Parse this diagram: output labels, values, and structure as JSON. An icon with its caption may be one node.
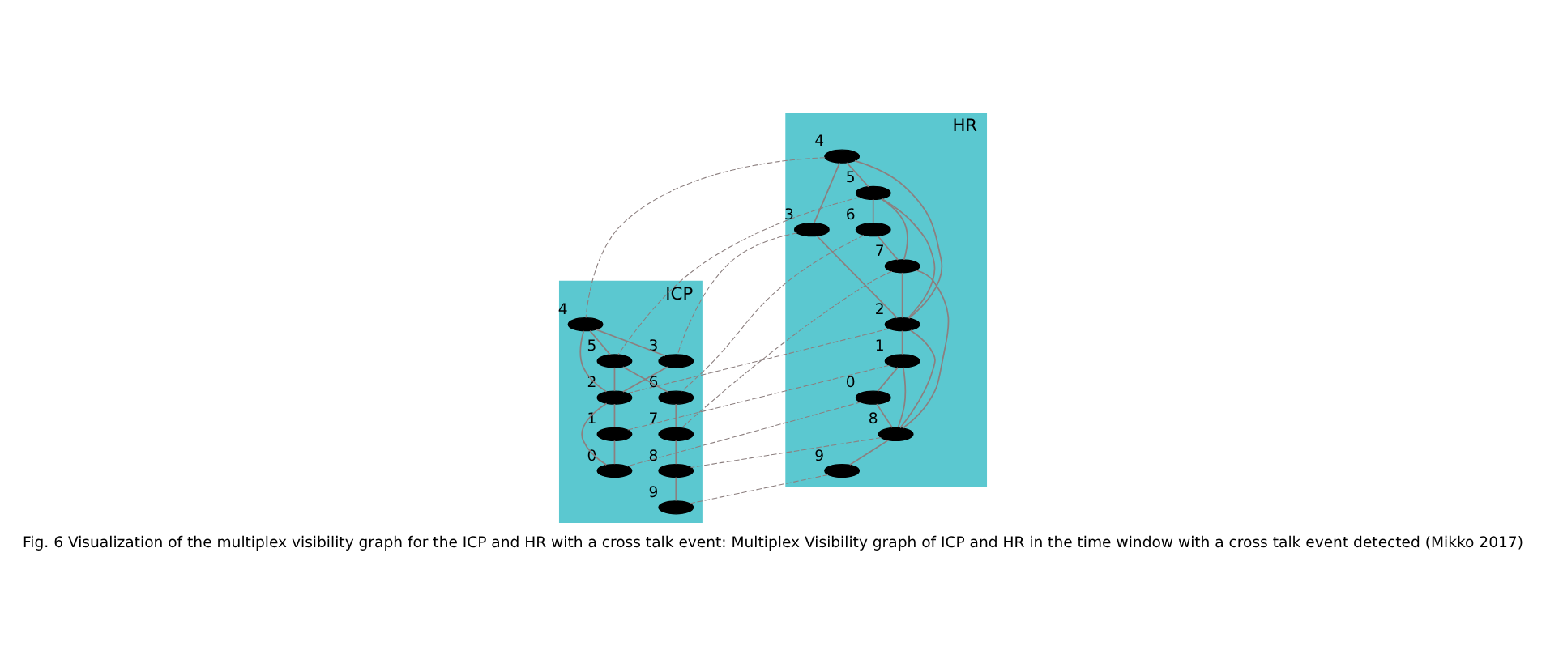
{
  "diagram": {
    "caption": "Fig. 6 Visualization of the multiplex visibility graph for the ICP and HR with a cross talk event: Multiplex Visibility graph of ICP and HR in the time window with a cross talk event detected (Mikko 2017)",
    "nodes": [
      {
        "text": [
          "HR"
        ]
      },
      {
        "text": [],
        "shape": "ellipse",
        "beside": [
          "4"
        ],
        "in": 0
      },
      {
        "text": [],
        "shape": "ellipse",
        "beside": [
          "3"
        ],
        "in": 0
      },
      {
        "text": [],
        "shape": "ellipse",
        "beside": [
          "5"
        ],
        "in": 0
      },
      {
        "text": [],
        "shape": "ellipse",
        "beside": [
          "2"
        ],
        "in": 0
      },
      {
        "text": [],
        "shape": "ellipse",
        "beside": [
          "6"
        ],
        "in": 0
      },
      {
        "text": [],
        "shape": "ellipse",
        "beside": [
          "7"
        ],
        "in": 0
      },
      {
        "text": [],
        "shape": "ellipse",
        "beside": [
          "8"
        ],
        "in": 0
      },
      {
        "text": [],
        "shape": "ellipse",
        "beside": [
          "9"
        ],
        "in": 0
      },
      {
        "text": [],
        "shape": "ellipse",
        "beside": [
          "1"
        ],
        "in": 0
      },
      {
        "text": [],
        "shape": "ellipse",
        "beside": [
          "0"
        ],
        "in": 0
      },
      {
        "text": [
          "ICP"
        ]
      },
      {
        "text": [],
        "shape": "ellipse",
        "beside": [
          "4"
        ],
        "in": 11
      },
      {
        "text": [],
        "shape": "ellipse",
        "beside": [
          "3"
        ],
        "in": 11
      },
      {
        "text": [],
        "shape": "ellipse",
        "beside": [
          "5"
        ],
        "in": 11
      },
      {
        "text": [],
        "shape": "ellipse",
        "beside": [
          "2"
        ],
        "in": 11
      },
      {
        "text": [],
        "shape": "ellipse",
        "beside": [
          "6"
        ],
        "in": 11
      },
      {
        "text": [],
        "shape": "ellipse",
        "beside": [
          "7"
        ],
        "in": 11
      },
      {
        "text": [],
        "shape": "ellipse",
        "beside": [
          "8"
        ],
        "in": 11
      },
      {
        "text": [],
        "shape": "ellipse",
        "beside": [
          "9"
        ],
        "in": 11
      },
      {
        "text": [],
        "shape": "ellipse",
        "beside": [
          "1"
        ],
        "in": 11
      },
      {
        "text": [],
        "shape": "ellipse",
        "beside": [
          "0"
        ],
        "in": 11
      }
    ],
    "edges": [
      {
        "from": 1,
        "to": 2,
        "arrow": "none"
      },
      {
        "from": 1,
        "to": 3,
        "arrow": "none"
      },
      {
        "from": 1,
        "to": 4,
        "arrow": "none"
      },
      {
        "from": 2,
        "to": 4,
        "arrow": "none"
      },
      {
        "from": 3,
        "to": 5,
        "arrow": "none"
      },
      {
        "from": 3,
        "to": 6,
        "arrow": "none"
      },
      {
        "from": 3,
        "to": 4,
        "arrow": "none"
      },
      {
        "from": 5,
        "to": 6,
        "arrow": "none"
      },
      {
        "from": 6,
        "to": 4,
        "arrow": "none"
      },
      {
        "from": 6,
        "to": 7,
        "arrow": "none"
      },
      {
        "from": 4,
        "to": 9,
        "arrow": "none"
      },
      {
        "from": 4,
        "to": 7,
        "arrow": "none"
      },
      {
        "from": 9,
        "to": 7,
        "arrow": "none"
      },
      {
        "from": 9,
        "to": 10,
        "arrow": "none"
      },
      {
        "from": 10,
        "to": 7,
        "arrow": "none"
      },
      {
        "from": 7,
        "to": 8,
        "arrow": "none"
      },
      {
        "from": 12,
        "to": 14,
        "arrow": "none"
      },
      {
        "from": 12,
        "to": 13,
        "arrow": "none"
      },
      {
        "from": 12,
        "to": 15,
        "arrow": "none"
      },
      {
        "from": 13,
        "to": 15,
        "arrow": "none"
      },
      {
        "from": 14,
        "to": 16,
        "arrow": "none"
      },
      {
        "from": 14,
        "to": 15,
        "arrow": "none"
      },
      {
        "from": 16,
        "to": 17,
        "arrow": "none"
      },
      {
        "from": 17,
        "to": 18,
        "arrow": "none"
      },
      {
        "from": 15,
        "to": 20,
        "arrow": "none"
      },
      {
        "from": 15,
        "to": 21,
        "arrow": "none"
      },
      {
        "from": 20,
        "to": 21,
        "arrow": "none"
      },
      {
        "from": 18,
        "to": 19,
        "arrow": "none"
      },
      {
        "from": 5,
        "to": 16,
        "arrow": "none",
        "style": "dashed"
      },
      {
        "from": 3,
        "to": 14,
        "arrow": "none",
        "style": "dashed"
      },
      {
        "from": 6,
        "to": 17,
        "arrow": "none",
        "style": "dashed"
      },
      {
        "from": 9,
        "to": 20,
        "arrow": "none",
        "style": "dashed"
      },
      {
        "from": 1,
        "to": 12,
        "arrow": "none",
        "style": "dashed"
      },
      {
        "from": 4,
        "to": 15,
        "arrow": "none",
        "style": "dashed"
      },
      {
        "from": 10,
        "to": 21,
        "arrow": "none",
        "style": "dashed"
      },
      {
        "from": 7,
        "to": 18,
        "arrow": "none",
        "style": "dashed"
      },
      {
        "from": 2,
        "to": 13,
        "arrow": "none",
        "style": "dashed"
      },
      {
        "from": 8,
        "to": 19,
        "arrow": "none",
        "style": "dashed"
      }
    ]
  }
}
